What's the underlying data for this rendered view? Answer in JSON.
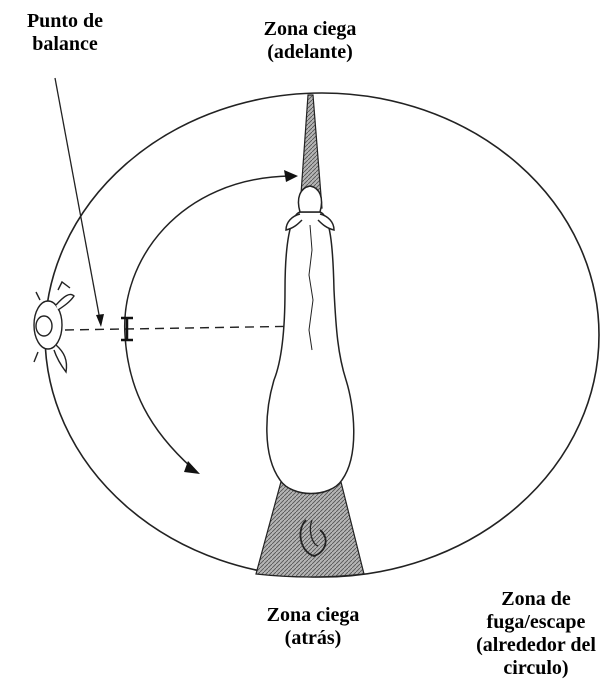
{
  "labels": {
    "punto_balance": [
      "Punto de",
      "balance"
    ],
    "zona_ciega_adelante": [
      "Zona ciega",
      "(adelante)"
    ],
    "zona_ciega_atras": [
      "Zona ciega",
      "(atrás)"
    ],
    "zona_fuga": [
      "Zona de",
      "fuga/escape",
      "(alrededor del",
      "circulo)"
    ]
  },
  "colors": {
    "ink": "#111111",
    "hatch": "#8a8a8a"
  }
}
